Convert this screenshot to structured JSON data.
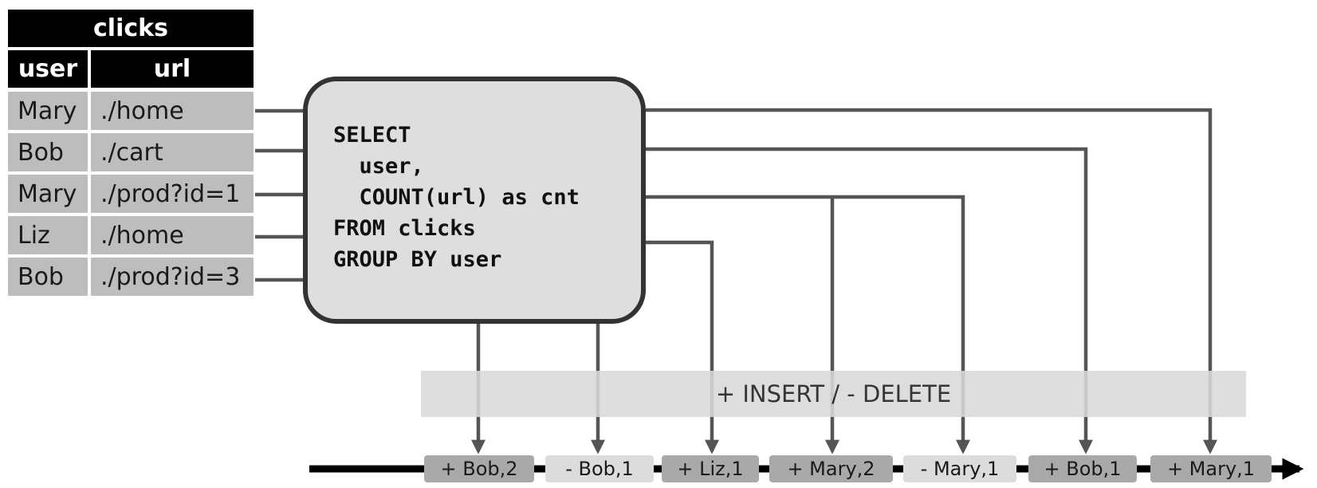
{
  "table": {
    "title": "clicks",
    "columns": [
      "user",
      "url"
    ],
    "rows": [
      [
        "Mary",
        "./home"
      ],
      [
        "Bob",
        "./cart"
      ],
      [
        "Mary",
        "./prod?id=1"
      ],
      [
        "Liz",
        "./home"
      ],
      [
        "Bob",
        "./prod?id=3"
      ]
    ]
  },
  "query": {
    "lines": [
      "SELECT",
      "  user,",
      "  COUNT(url) as cnt",
      "FROM clicks",
      "GROUP BY user"
    ]
  },
  "banner": {
    "label": "+ INSERT / - DELETE"
  },
  "events": [
    {
      "label": "+ Bob,2",
      "shade": "dark"
    },
    {
      "label": "- Bob,1",
      "shade": "light"
    },
    {
      "label": "+ Liz,1",
      "shade": "dark"
    },
    {
      "label": "+ Mary,2",
      "shade": "dark"
    },
    {
      "label": "- Mary,1",
      "shade": "light"
    },
    {
      "label": "+ Bob,1",
      "shade": "dark"
    },
    {
      "label": "+ Mary,1",
      "shade": "dark"
    }
  ],
  "colors": {
    "connector": "#555555",
    "timeline": "#000000"
  }
}
